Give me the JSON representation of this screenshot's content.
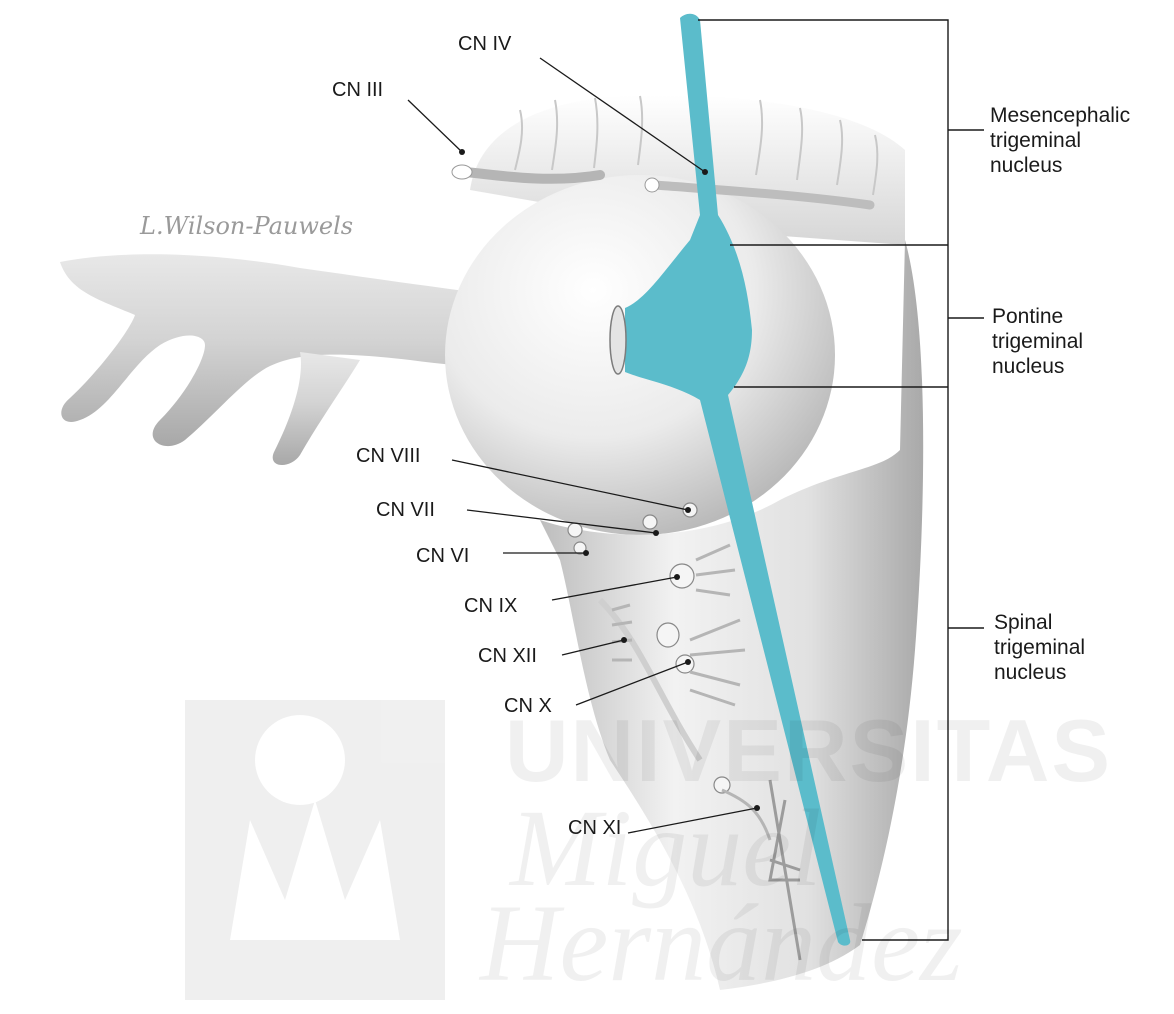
{
  "labels": {
    "cn_iv": "CN IV",
    "cn_iii": "CN III",
    "cn_viii": "CN VIII",
    "cn_vii": "CN VII",
    "cn_vi": "CN VI",
    "cn_ix": "CN IX",
    "cn_xii": "CN XII",
    "cn_x": "CN X",
    "cn_xi": "CN XI"
  },
  "nuclei": {
    "mesencephalic": [
      "Mesencephalic",
      "trigeminal",
      "nucleus"
    ],
    "pontine": [
      "Pontine",
      "trigeminal",
      "nucleus"
    ],
    "spinal": [
      "Spinal",
      "trigeminal",
      "nucleus"
    ]
  },
  "signature": "L.Wilson-Pauwels",
  "watermark": {
    "line1": "UNIVERSITAS",
    "line2": "Miguel",
    "line3": "Hernández"
  },
  "colors": {
    "nucleus": "#5bbccb",
    "brainstem_light": "#f4f4f4",
    "brainstem_shadow": "#b9b9b9",
    "leader": "#1a1a1a"
  }
}
